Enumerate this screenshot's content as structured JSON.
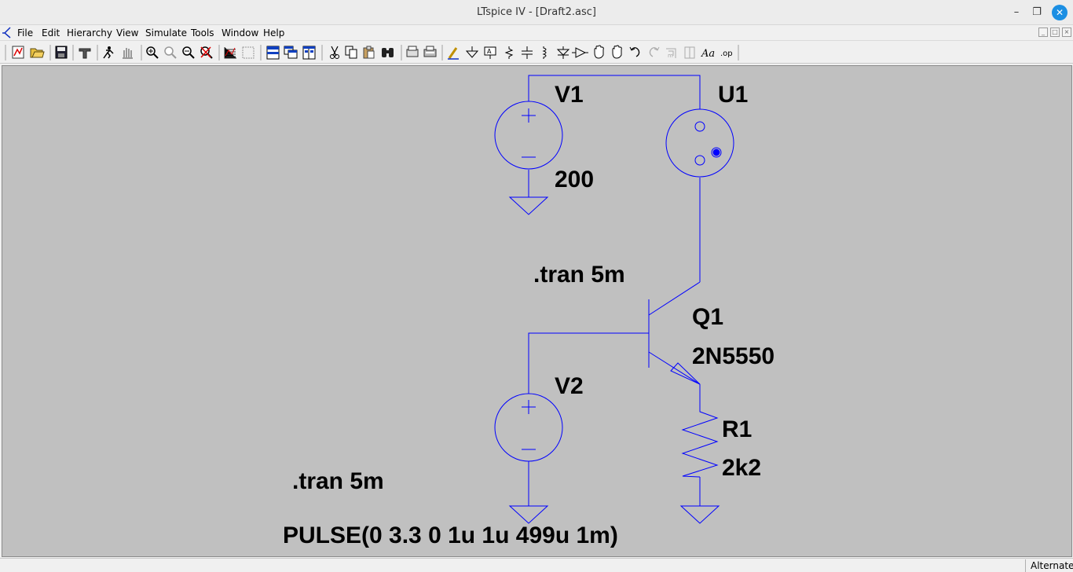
{
  "window": {
    "title": "LTspice IV - [Draft2.asc]",
    "minimize_glyph": "–",
    "maximize_glyph": "❐",
    "close_glyph": "✕"
  },
  "menu": {
    "items": [
      "File",
      "Edit",
      "Hierarchy",
      "View",
      "Simulate",
      "Tools",
      "Window",
      "Help"
    ]
  },
  "toolbar": {
    "icons": [
      "new-schematic-icon",
      "open-icon",
      "save-icon",
      "control-panel-icon",
      "run-icon",
      "halt-icon",
      "zoom-in-icon",
      "zoom-pan-icon",
      "zoom-out-icon",
      "zoom-cancel-icon",
      "autorange-icon",
      "fit-icon",
      "tile-horizontal-icon",
      "cascade-icon",
      "tile-vertical-icon",
      "cut-icon",
      "copy-icon",
      "paste-icon",
      "find-icon",
      "print-preview-icon",
      "print-icon",
      "draw-wire-icon",
      "ground-icon",
      "label-net-icon",
      "resistor-icon",
      "capacitor-icon",
      "inductor-icon",
      "diode-icon",
      "component-icon",
      "move-icon",
      "drag-icon",
      "undo-icon",
      "redo-icon",
      "rotate-icon",
      "mirror-icon",
      "text-icon",
      "spice-directive-icon"
    ],
    "text_label": "Aa",
    "op_label": ".op"
  },
  "schematic": {
    "wire_color": "#0000ff",
    "components": {
      "v1": {
        "name": "V1",
        "value": "200"
      },
      "u1": {
        "name": "U1"
      },
      "q1": {
        "name": "Q1",
        "value": "2N5550"
      },
      "v2": {
        "name": "V2",
        "value": "PULSE(0 3.3 0 1u 1u 499u 1m)"
      },
      "r1": {
        "name": "R1",
        "value": "2k2"
      }
    },
    "directives": [
      ".tran 5m",
      ".tran 5m"
    ]
  },
  "status": {
    "mode": "Alternate"
  }
}
